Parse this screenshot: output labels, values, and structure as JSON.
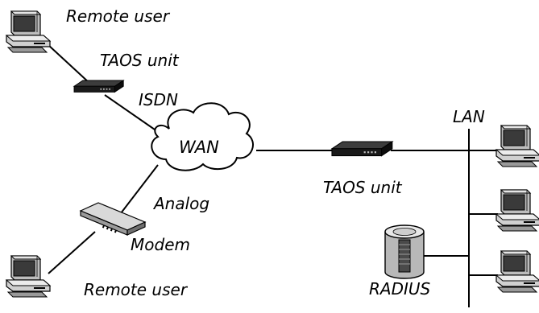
{
  "labels": {
    "remote_user_top": "Remote user",
    "taos_unit_top": "TAOS unit",
    "isdn": "ISDN",
    "wan": "WAN",
    "analog": "Analog",
    "modem": "Modem",
    "remote_user_bottom": "Remote user",
    "taos_unit_center": "TAOS unit",
    "lan": "LAN",
    "radius": "RADIUS"
  },
  "icons": {
    "computer": "desktop-computer-icon",
    "router": "taos-unit-router-icon",
    "modem": "modem-icon",
    "cloud": "wan-cloud-icon",
    "server": "radius-server-icon"
  },
  "colors": {
    "line": "#000000",
    "background": "#ffffff",
    "device_dark": "#1a1a1a",
    "device_light": "#d9d9d9",
    "device_mid": "#9a9a9a"
  }
}
